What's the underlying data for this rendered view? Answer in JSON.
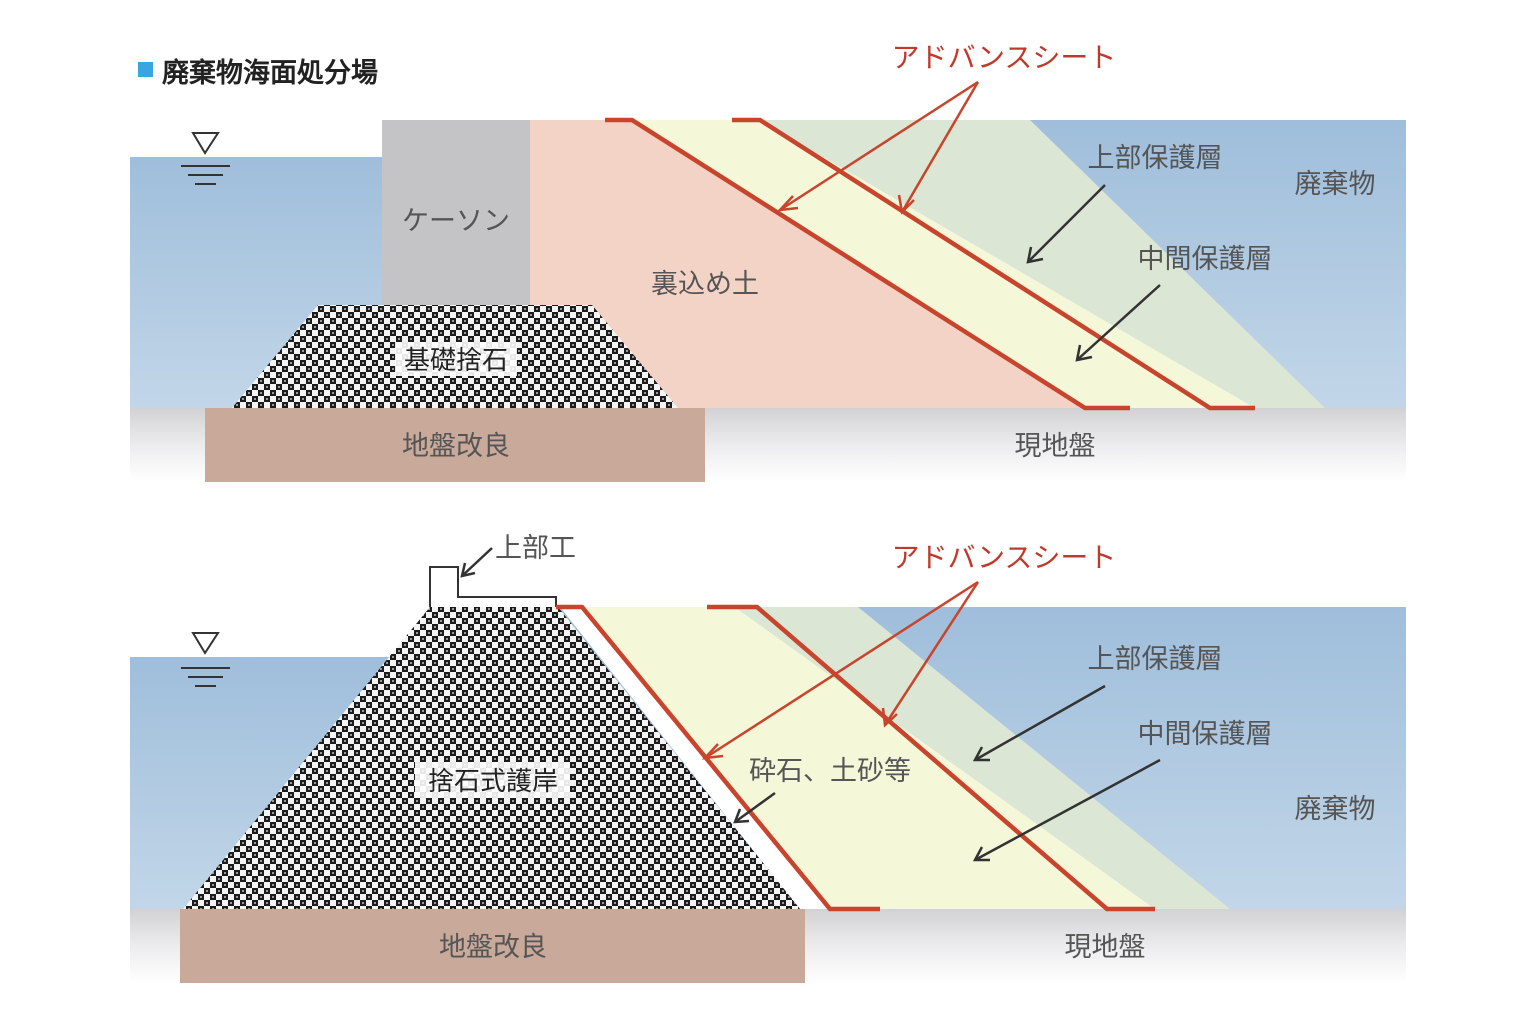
{
  "title": "廃棄物海面処分場",
  "colors": {
    "accent": "#3aa6dd",
    "sheet": "#c8442c",
    "water": "#a9c6e0",
    "caisson": "#c4c4c6",
    "backfill": "#f2d3c6",
    "middle_layer": "#f5f7d9",
    "upper_layer": "#dbe7d4",
    "ground_improvement": "#c8a99a",
    "ground": "#e6e6e8"
  },
  "top": {
    "caisson": "ケーソン",
    "backfill": "裏込め土",
    "rubble_foundation": "基礎捨石",
    "ground_improvement": "地盤改良",
    "existing_ground": "現地盤",
    "advance_sheet": "アドバンスシート",
    "upper_protection": "上部保護層",
    "middle_protection": "中間保護層",
    "waste": "廃棄物"
  },
  "bottom": {
    "superstructure": "上部工",
    "rubble_revetment": "捨石式護岸",
    "gravel_sand": "砕石、土砂等",
    "ground_improvement": "地盤改良",
    "existing_ground": "現地盤",
    "advance_sheet": "アドバンスシート",
    "upper_protection": "上部保護層",
    "middle_protection": "中間保護層",
    "waste": "廃棄物"
  }
}
